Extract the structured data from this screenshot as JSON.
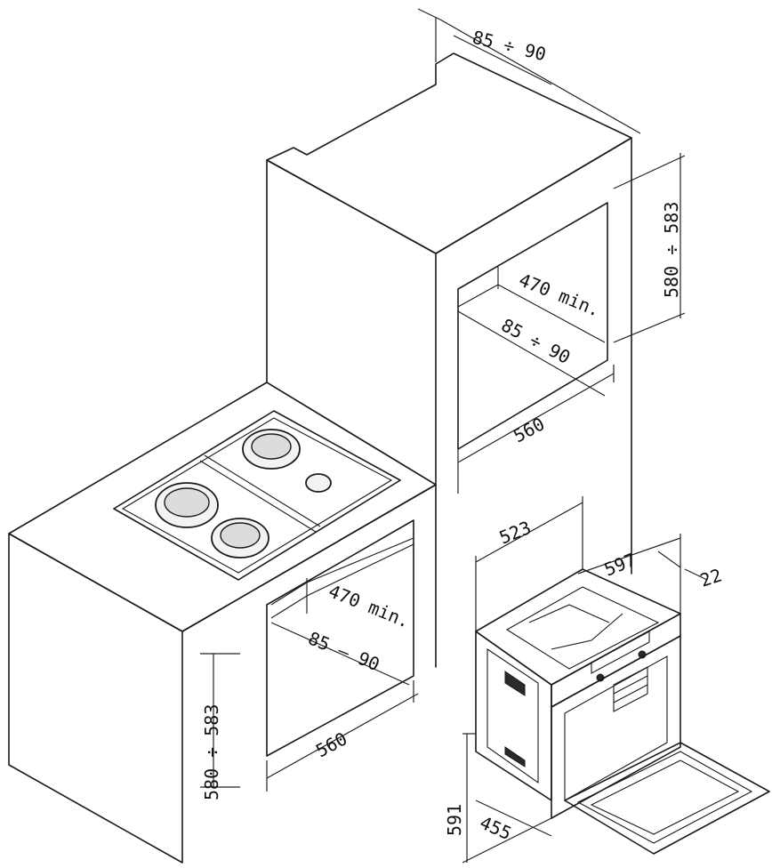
{
  "dimensions": {
    "tall_unit_top_depth": "85 ÷ 90",
    "tall_unit_niche_height": "580 ÷ 583",
    "tall_unit_depth_min": "470 min.",
    "tall_unit_rail": "85 ÷ 90",
    "tall_unit_width": "560",
    "base_unit_depth_min": "470 min.",
    "base_unit_rail": "85 – 90",
    "base_unit_width": "560",
    "base_unit_niche_height": "580 ÷ 583",
    "oven_width_inner": "523",
    "oven_width_outer": "597",
    "oven_front_thickness": "22",
    "oven_height": "591",
    "oven_depth": "455"
  }
}
